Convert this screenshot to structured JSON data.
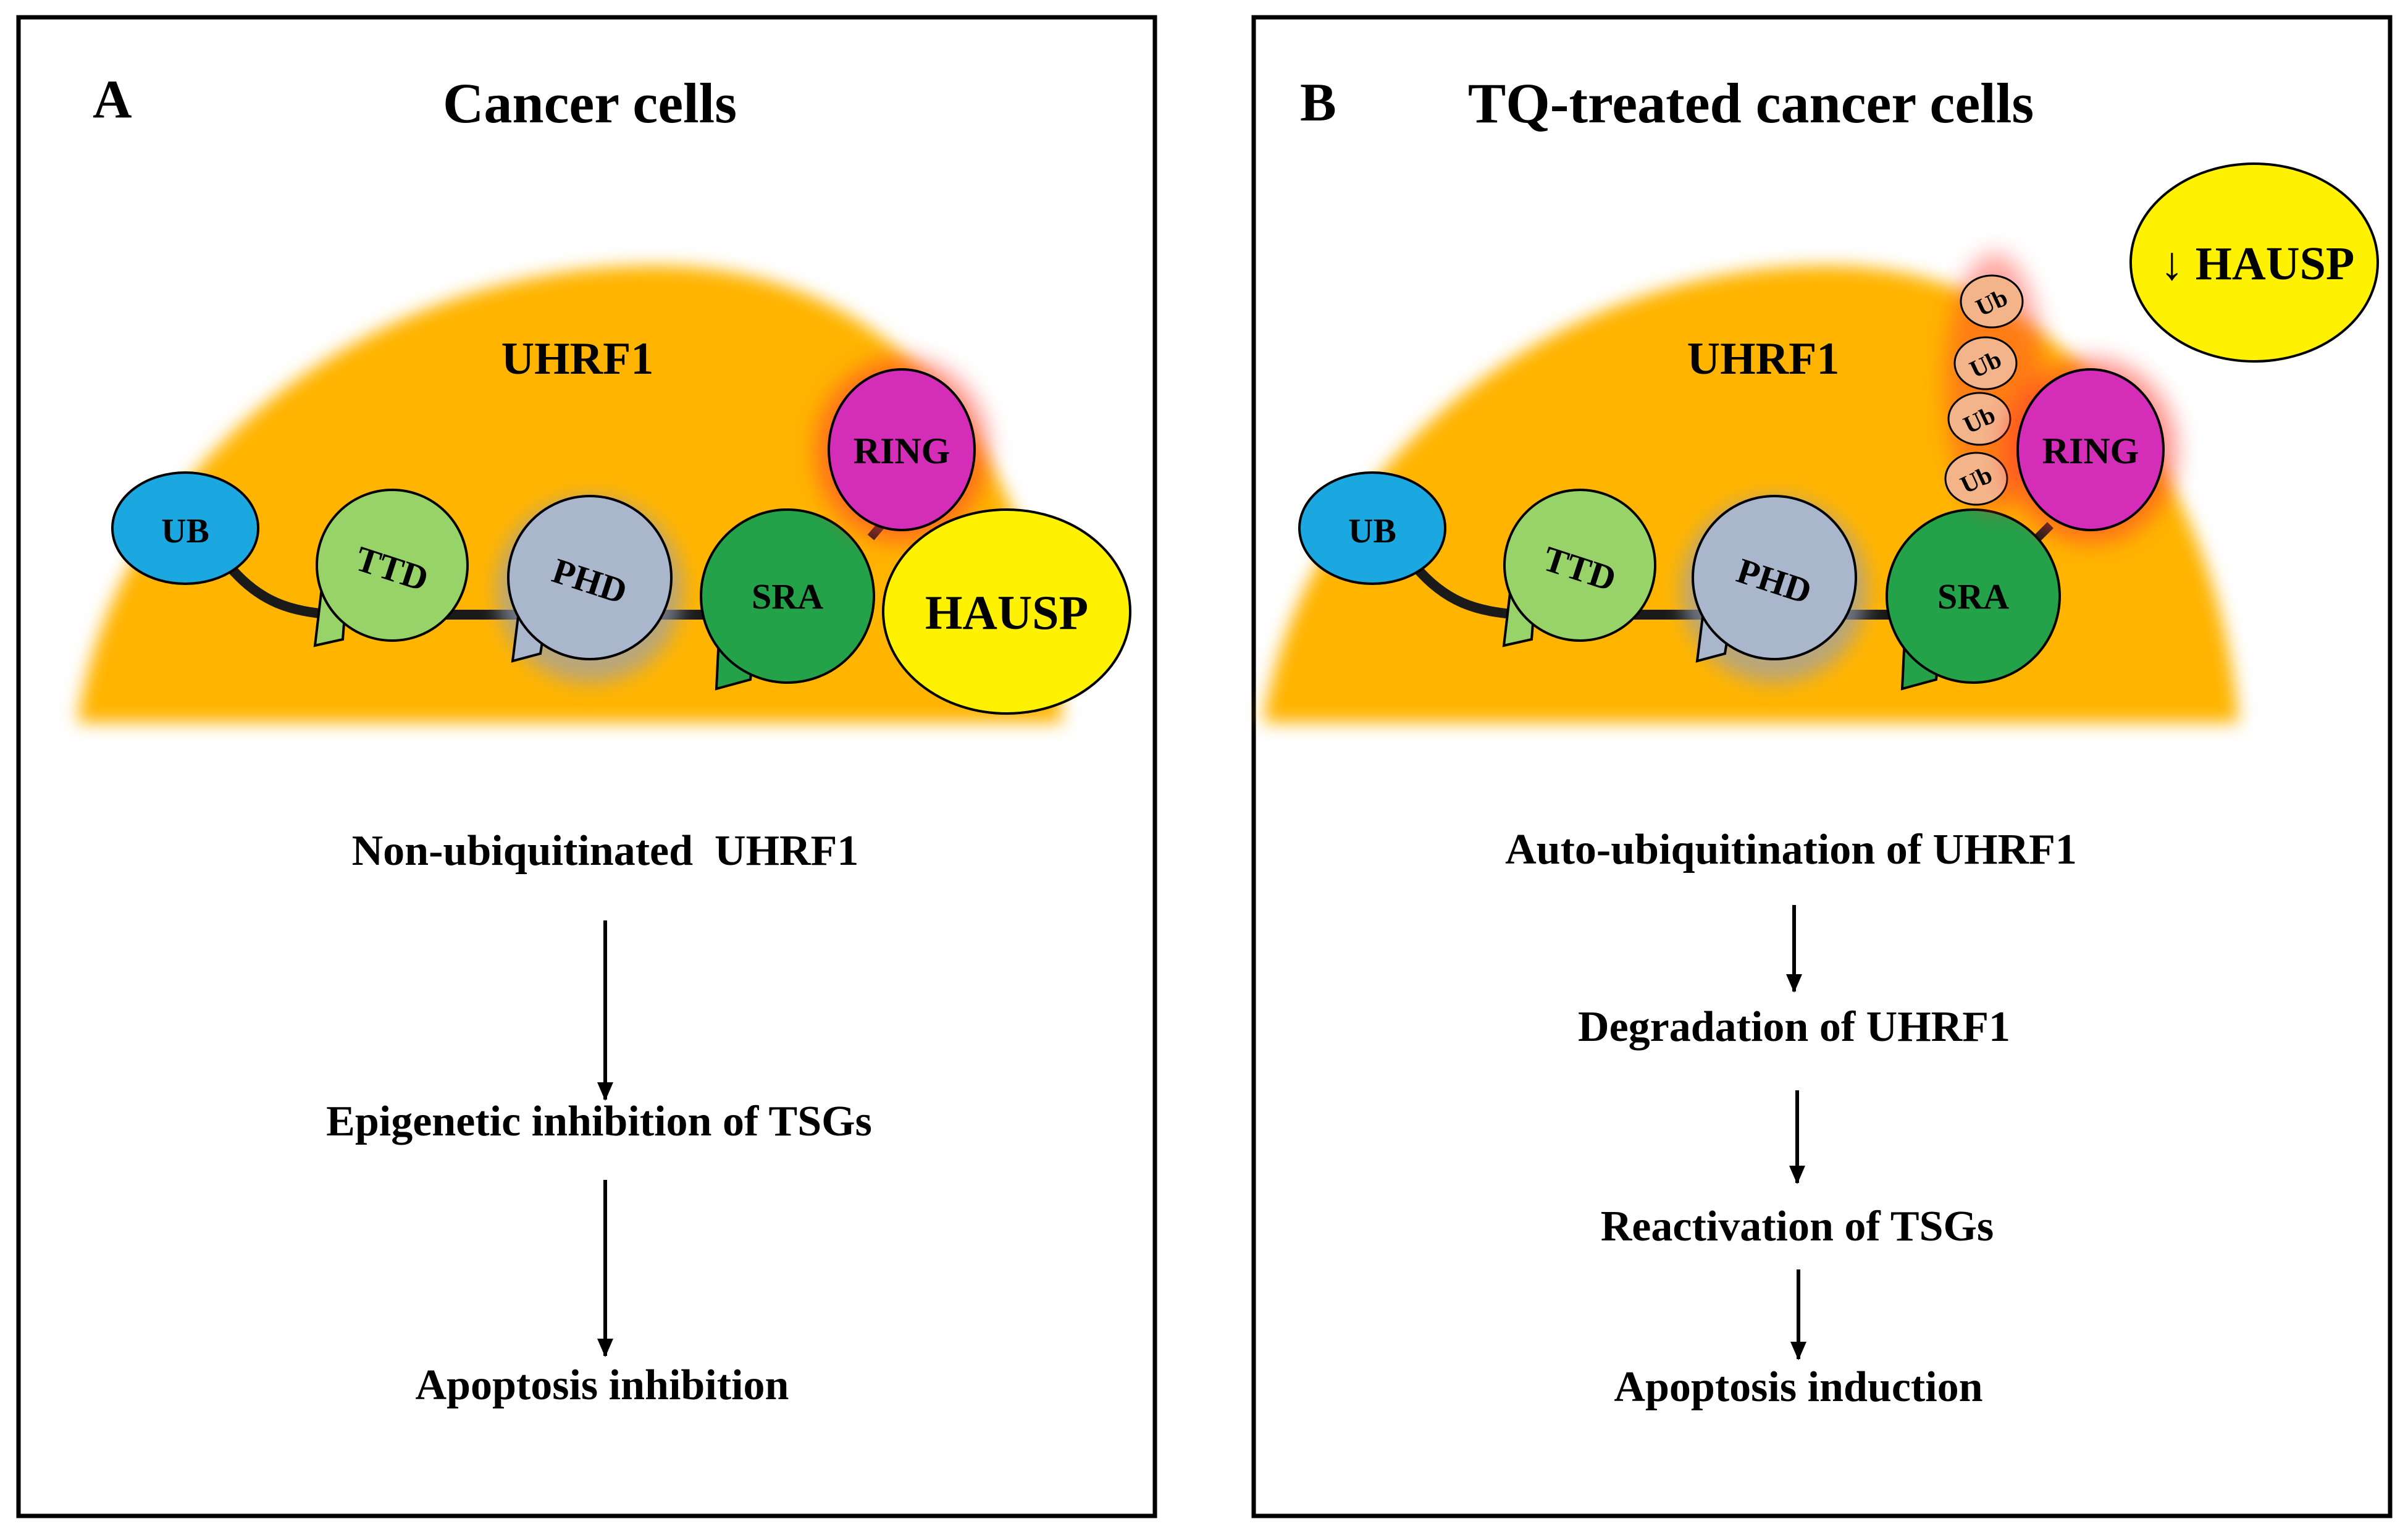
{
  "panel_a": {
    "letter": "A",
    "title": "Cancer cells",
    "protein_label": "UHRF1",
    "domains": {
      "ub": "UB",
      "ttd": "TTD",
      "phd": "PHD",
      "sra": "SRA",
      "ring": "RING"
    },
    "partner": "HAUSP",
    "steps": [
      "Non-ubiquitinated  UHRF1",
      "Epigenetic inhibition of TSGs",
      "Apoptosis inhibition"
    ]
  },
  "panel_b": {
    "letter": "B",
    "title": "TQ-treated cancer cells",
    "protein_label": "UHRF1",
    "domains": {
      "ub": "UB",
      "ttd": "TTD",
      "phd": "PHD",
      "sra": "SRA",
      "ring": "RING"
    },
    "partner": "↓ HAUSP",
    "ubiquitin": [
      "Ub",
      "Ub",
      "Ub",
      "Ub"
    ],
    "steps": [
      "Auto-ubiquitination of UHRF1",
      "Degradation of UHRF1",
      "Reactivation of TSGs",
      "Apoptosis induction"
    ]
  },
  "colors": {
    "cell": "#FFB400",
    "ub_domain": "#1BA8E0",
    "ttd": "#98D36A",
    "phd": "#AAB6CC",
    "sra": "#23A24A",
    "ring": "#D42EB8",
    "hausp": "#FFF200",
    "ubiquitin": "#F4B48A"
  }
}
